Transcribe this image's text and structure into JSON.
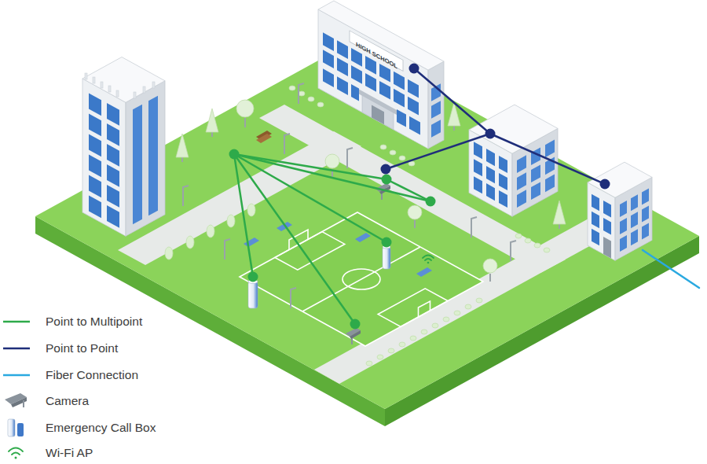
{
  "diagram": {
    "labels": [
      "HIGH SCHOOL"
    ],
    "legend": [
      {
        "text": "Point to Multipoint"
      },
      {
        "text": "Point to Point"
      },
      {
        "text": "Fiber Connection"
      },
      {
        "text": "Camera"
      },
      {
        "text": "Emergency Call Box"
      },
      {
        "text": "Wi-Fi AP"
      }
    ]
  }
}
